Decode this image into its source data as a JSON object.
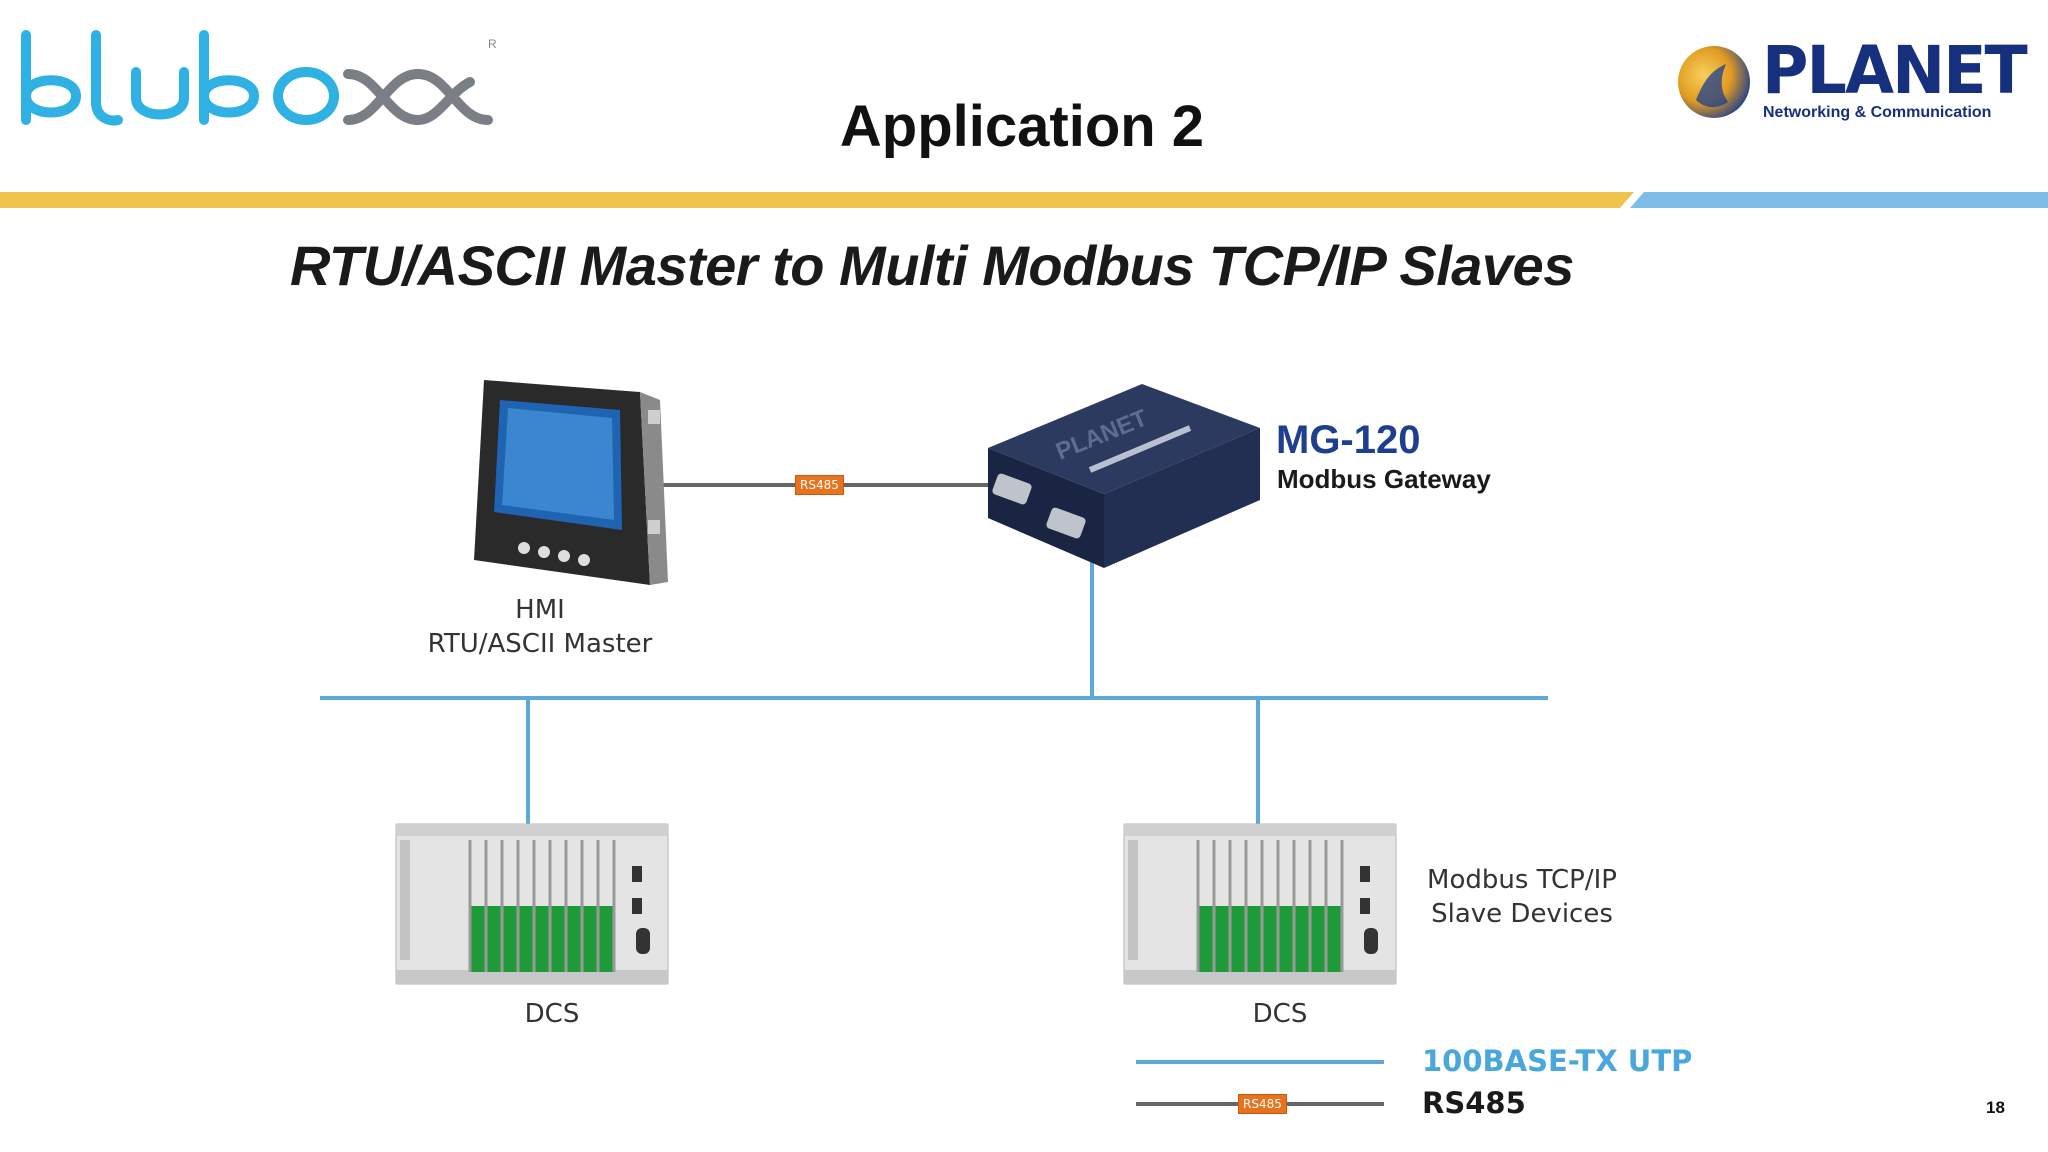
{
  "header": {
    "brand_left": "bluboxx",
    "brand_right": "PLANET",
    "brand_right_tagline": "Networking & Communication",
    "title": "Application 2"
  },
  "slide": {
    "subtitle": "RTU/ASCII Master to Multi Modbus TCP/IP Slaves",
    "gateway_name": "MG-120",
    "gateway_desc": "Modbus Gateway",
    "gateway_case_print": "PLANET",
    "hmi_label_1": "HMI",
    "hmi_label_2": "RTU/ASCII Master",
    "rs485_tag": "RS485",
    "dcs_label": "DCS",
    "slave_label_1": "Modbus TCP/IP",
    "slave_label_2": "Slave Devices",
    "legend": {
      "utp": "100BASE-TX UTP",
      "rs485": "RS485",
      "rs485_tag": "RS485"
    },
    "page_number": "18"
  },
  "colors": {
    "accent_yellow": "#f0c44c",
    "accent_blue": "#7dbde8",
    "utp_line": "#5ea9d8",
    "rs485_line": "#666666",
    "rs485_tag": "#e8731f",
    "planet_blue": "#16307e",
    "mg_blue": "#1e3f8f",
    "bluboxx_cyan": "#2fb1e3"
  }
}
